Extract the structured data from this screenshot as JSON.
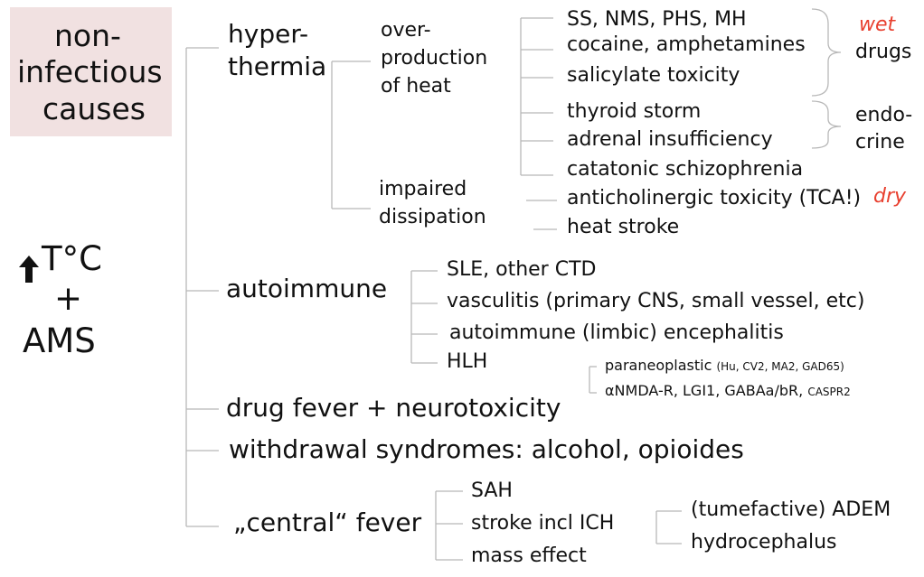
{
  "header_box": {
    "line1": "non-",
    "line2": "infectious",
    "line3": "causes"
  },
  "root": {
    "temp": "T°C",
    "plus": "+",
    "ams": "AMS"
  },
  "hyperthermia": {
    "label_line1": "hyper-",
    "label_line2": "thermia",
    "overproduction": {
      "line1": "over-",
      "line2": "production",
      "line3": "of heat"
    },
    "impaired": {
      "line1": "impaired",
      "line2": "dissipation"
    },
    "items": {
      "ss": "SS, NMS, PHS, MH",
      "cocaine": "cocaine, amphetamines",
      "salicylate": "salicylate toxicity",
      "thyroid": "thyroid storm",
      "adrenal": "adrenal insufficiency",
      "catatonic": "catatonic schizophrenia",
      "anticholinergic": "anticholinergic toxicity (TCA!)",
      "heatstroke": "heat stroke"
    },
    "wet": "wet",
    "drugs": "drugs",
    "dry": "dry",
    "endocrine_line1": "endo-",
    "endocrine_line2": "crine"
  },
  "autoimmune": {
    "label": "autoimmune",
    "items": {
      "sle": "SLE, other CTD",
      "vasculitis": "vasculitis (primary CNS, small vessel, etc)",
      "encephalitis": "autoimmune (limbic) encephalitis",
      "hlh": "HLH"
    },
    "paraneoplastic": {
      "main": "paraneoplastic",
      "detail": "(Hu, CV2, MA2, GAD65)"
    },
    "nmda": {
      "main": "αNMDA-R, LGI1, GABAa/bR,",
      "detail": "CASPR2"
    }
  },
  "drug_fever": "drug fever + neurotoxicity",
  "withdrawal": "withdrawal syndromes: alcohol, opioides",
  "central": {
    "label": "„central“ fever",
    "items": {
      "sah": "SAH",
      "stroke": "stroke incl ICH",
      "mass": "mass effect"
    },
    "sub": {
      "adem": "(tumefactive) ADEM",
      "hydro": "hydrocephalus"
    }
  },
  "colors": {
    "accent_red": "#e8402f",
    "box_fill": "#f1e1e1",
    "line": "#b8b8b8"
  }
}
